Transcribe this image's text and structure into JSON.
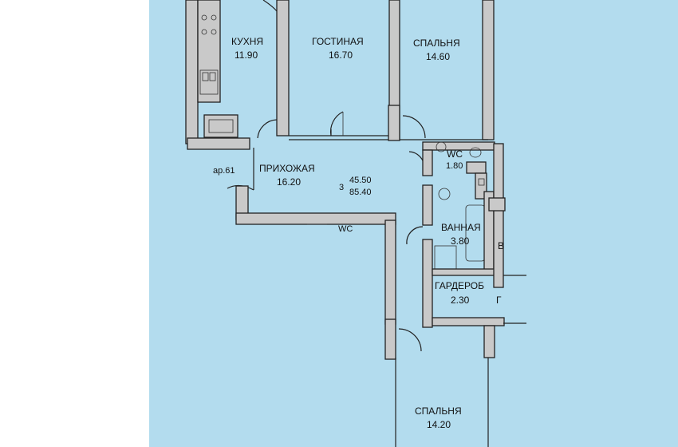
{
  "colors": {
    "background": "#b3dcee",
    "margin": "#ffffff",
    "wall": "#c9c9c9",
    "ink": "#222222"
  },
  "rooms": {
    "kitchen": {
      "name": "КУХНЯ",
      "area": "11.90"
    },
    "living": {
      "name": "ГОСТИНАЯ",
      "area": "16.70"
    },
    "bedroom1": {
      "name": "СПАЛЬНЯ",
      "area": "14.60"
    },
    "hall": {
      "name": "ПРИХОЖАЯ",
      "area": "16.20"
    },
    "wc": {
      "name": "WC",
      "area": "1.80"
    },
    "bath": {
      "name": "ВАННАЯ",
      "area": "3.80"
    },
    "wardrobe": {
      "name": "ГАРДЕРОБ",
      "area": "2.30"
    },
    "bedroom2": {
      "name": "СПАЛЬНЯ",
      "area": "14.20"
    }
  },
  "apartment": {
    "label": "ар.61",
    "rooms_count": "3",
    "living_area": "45.50",
    "total_area": "85.40"
  },
  "neighbour_fragments": {
    "wc_cut": "WC",
    "bath_cut": "В",
    "wardrobe_cut": "Г"
  }
}
